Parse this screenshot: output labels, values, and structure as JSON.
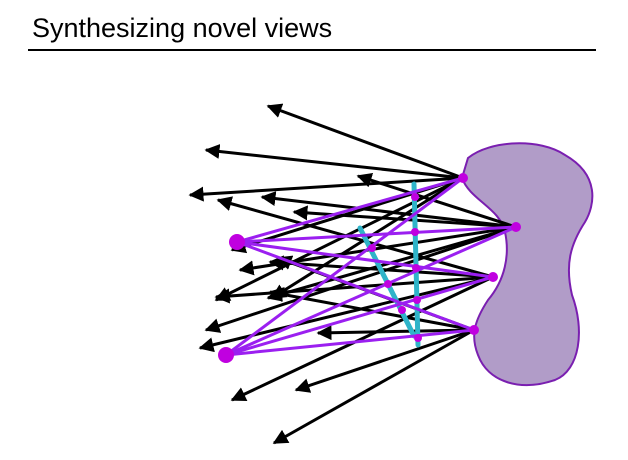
{
  "slide": {
    "title": "Synthesizing novel views"
  },
  "colors": {
    "text": "#000000",
    "object_fill": "#b19cc8",
    "object_stroke": "#7a1fb0",
    "ray": "#000000",
    "novel_ray": "#9b1ff0",
    "surface_point": "#c000e0",
    "camera_baseline": "#2fb4c9"
  },
  "icons": [
    "arrowhead",
    "point-marker"
  ]
}
